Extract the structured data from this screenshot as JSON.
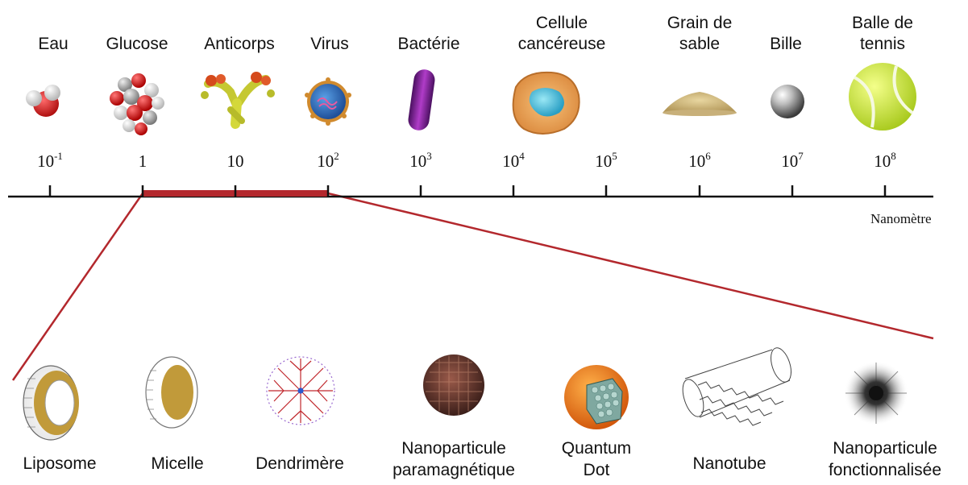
{
  "scale_items": [
    {
      "label": "Eau",
      "icon": "water-molecule-icon"
    },
    {
      "label": "Glucose",
      "icon": "glucose-molecule-icon"
    },
    {
      "label": "Anticorps",
      "icon": "antibody-icon"
    },
    {
      "label": "Virus",
      "icon": "virus-icon"
    },
    {
      "label": "Bactérie",
      "icon": "bacterium-icon"
    },
    {
      "label": "Cellule\ncancéreuse",
      "icon": "cancer-cell-icon"
    },
    {
      "label": "Grain de\nsable",
      "icon": "sand-grain-icon"
    },
    {
      "label": "Bille",
      "icon": "marble-icon"
    },
    {
      "label": "Balle de\ntennis",
      "icon": "tennis-ball-icon"
    }
  ],
  "axis": {
    "ticks": [
      {
        "base": "10",
        "exp": "-1"
      },
      {
        "base": "1",
        "exp": ""
      },
      {
        "base": "10",
        "exp": ""
      },
      {
        "base": "10",
        "exp": "2"
      },
      {
        "base": "10",
        "exp": "3"
      },
      {
        "base": "10",
        "exp": "4"
      },
      {
        "base": "10",
        "exp": "5"
      },
      {
        "base": "10",
        "exp": "6"
      },
      {
        "base": "10",
        "exp": "7"
      },
      {
        "base": "10",
        "exp": "8"
      }
    ],
    "unit": "Nanomètre",
    "highlight_range": [
      "1",
      "10²"
    ],
    "highlight_color": "#b3282d"
  },
  "nano_items": [
    {
      "label": "Liposome",
      "icon": "liposome-icon"
    },
    {
      "label": "Micelle",
      "icon": "micelle-icon"
    },
    {
      "label": "Dendrimère",
      "icon": "dendrimer-icon"
    },
    {
      "label": "Nanoparticule\nparamagnétique",
      "icon": "paramagnetic-nanoparticle-icon"
    },
    {
      "label": "Quantum\nDot",
      "icon": "quantum-dot-icon"
    },
    {
      "label": "Nanotube",
      "icon": "nanotube-icon"
    },
    {
      "label": "Nanoparticule\nfonctionnalisée",
      "icon": "functionalized-nanoparticle-icon"
    }
  ]
}
